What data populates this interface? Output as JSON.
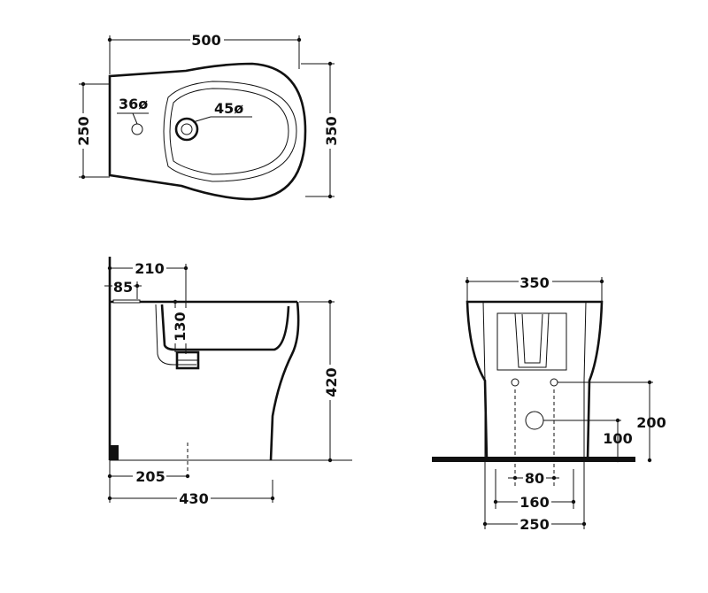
{
  "top_view": {
    "width": "500",
    "depth": "350",
    "height_side": "250",
    "tap_hole": "36ø",
    "drain_hole": "45ø"
  },
  "side_view": {
    "rear_210": "210",
    "rear_85": "85",
    "depth_130": "130",
    "height": "420",
    "bottom_205": "205",
    "length": "430"
  },
  "rear_view": {
    "width": "350",
    "height_200": "200",
    "height_100": "100",
    "spacing_80": "80",
    "spacing_160": "160",
    "base_250": "250"
  }
}
